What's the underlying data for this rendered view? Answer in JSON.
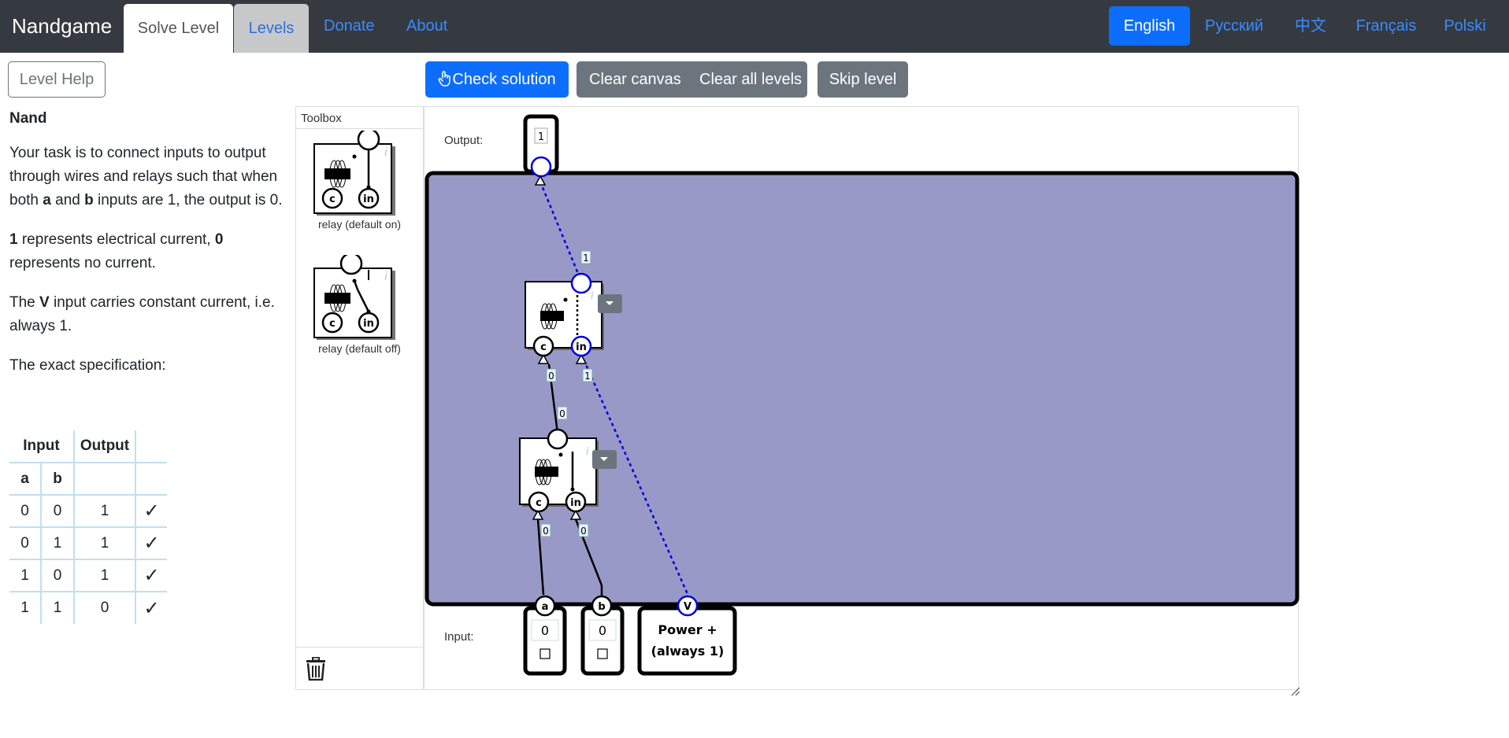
{
  "nav": {
    "brand": "Nandgame",
    "tabs": [
      "Solve Level",
      "Levels"
    ],
    "links": [
      "Donate",
      "About"
    ],
    "languages": [
      "English",
      "Русский",
      "中文",
      "Français",
      "Polski"
    ],
    "active_language": "English"
  },
  "toolbar": {
    "level_help": "Level Help",
    "check_solution": "Check solution",
    "clear_canvas": "Clear canvas",
    "clear_all_levels": "Clear all levels",
    "skip_level": "Skip level"
  },
  "level": {
    "title": "Nand",
    "p1_a": "Your task is to connect inputs to output through wires and relays such that when both ",
    "p1_b": "a",
    "p1_c": " and ",
    "p1_d": "b",
    "p1_e": " inputs are 1, the output is 0.",
    "p2_a": "1",
    "p2_b": " represents electrical current, ",
    "p2_c": "0",
    "p2_d": " represents no current.",
    "p3_a": "The ",
    "p3_b": "V",
    "p3_c": " input carries constant current, i.e. always 1.",
    "p4": "The exact specification:"
  },
  "spec": {
    "header_input": "Input",
    "header_output": "Output",
    "col_a": "a",
    "col_b": "b",
    "rows": [
      {
        "a": "0",
        "b": "0",
        "out": "1",
        "check": "✓"
      },
      {
        "a": "0",
        "b": "1",
        "out": "1",
        "check": "✓"
      },
      {
        "a": "1",
        "b": "0",
        "out": "1",
        "check": "✓"
      },
      {
        "a": "1",
        "b": "1",
        "out": "0",
        "check": "✓"
      }
    ]
  },
  "toolbox": {
    "title": "Toolbox",
    "items": [
      "relay (default on)",
      "relay (default off)"
    ],
    "icons": [
      "trash-icon"
    ]
  },
  "canvas": {
    "output_label": "Output:",
    "input_label": "Input:",
    "output_value": "1",
    "input_a_name": "a",
    "input_a_value": "0",
    "input_b_name": "b",
    "input_b_value": "0",
    "power_name": "V",
    "power_line1": "Power +",
    "power_line2": "(always 1)",
    "relay_pin_c": "c",
    "relay_pin_in": "in",
    "info_glyph": "i",
    "wire_values": {
      "top_relay_out": "1",
      "top_relay_c": "0",
      "top_relay_in": "1",
      "bottom_relay_out": "0",
      "bottom_relay_c": "0",
      "bottom_relay_in": "0"
    },
    "board_color": "#9999c7",
    "active_wire_color": "#0000dd"
  }
}
